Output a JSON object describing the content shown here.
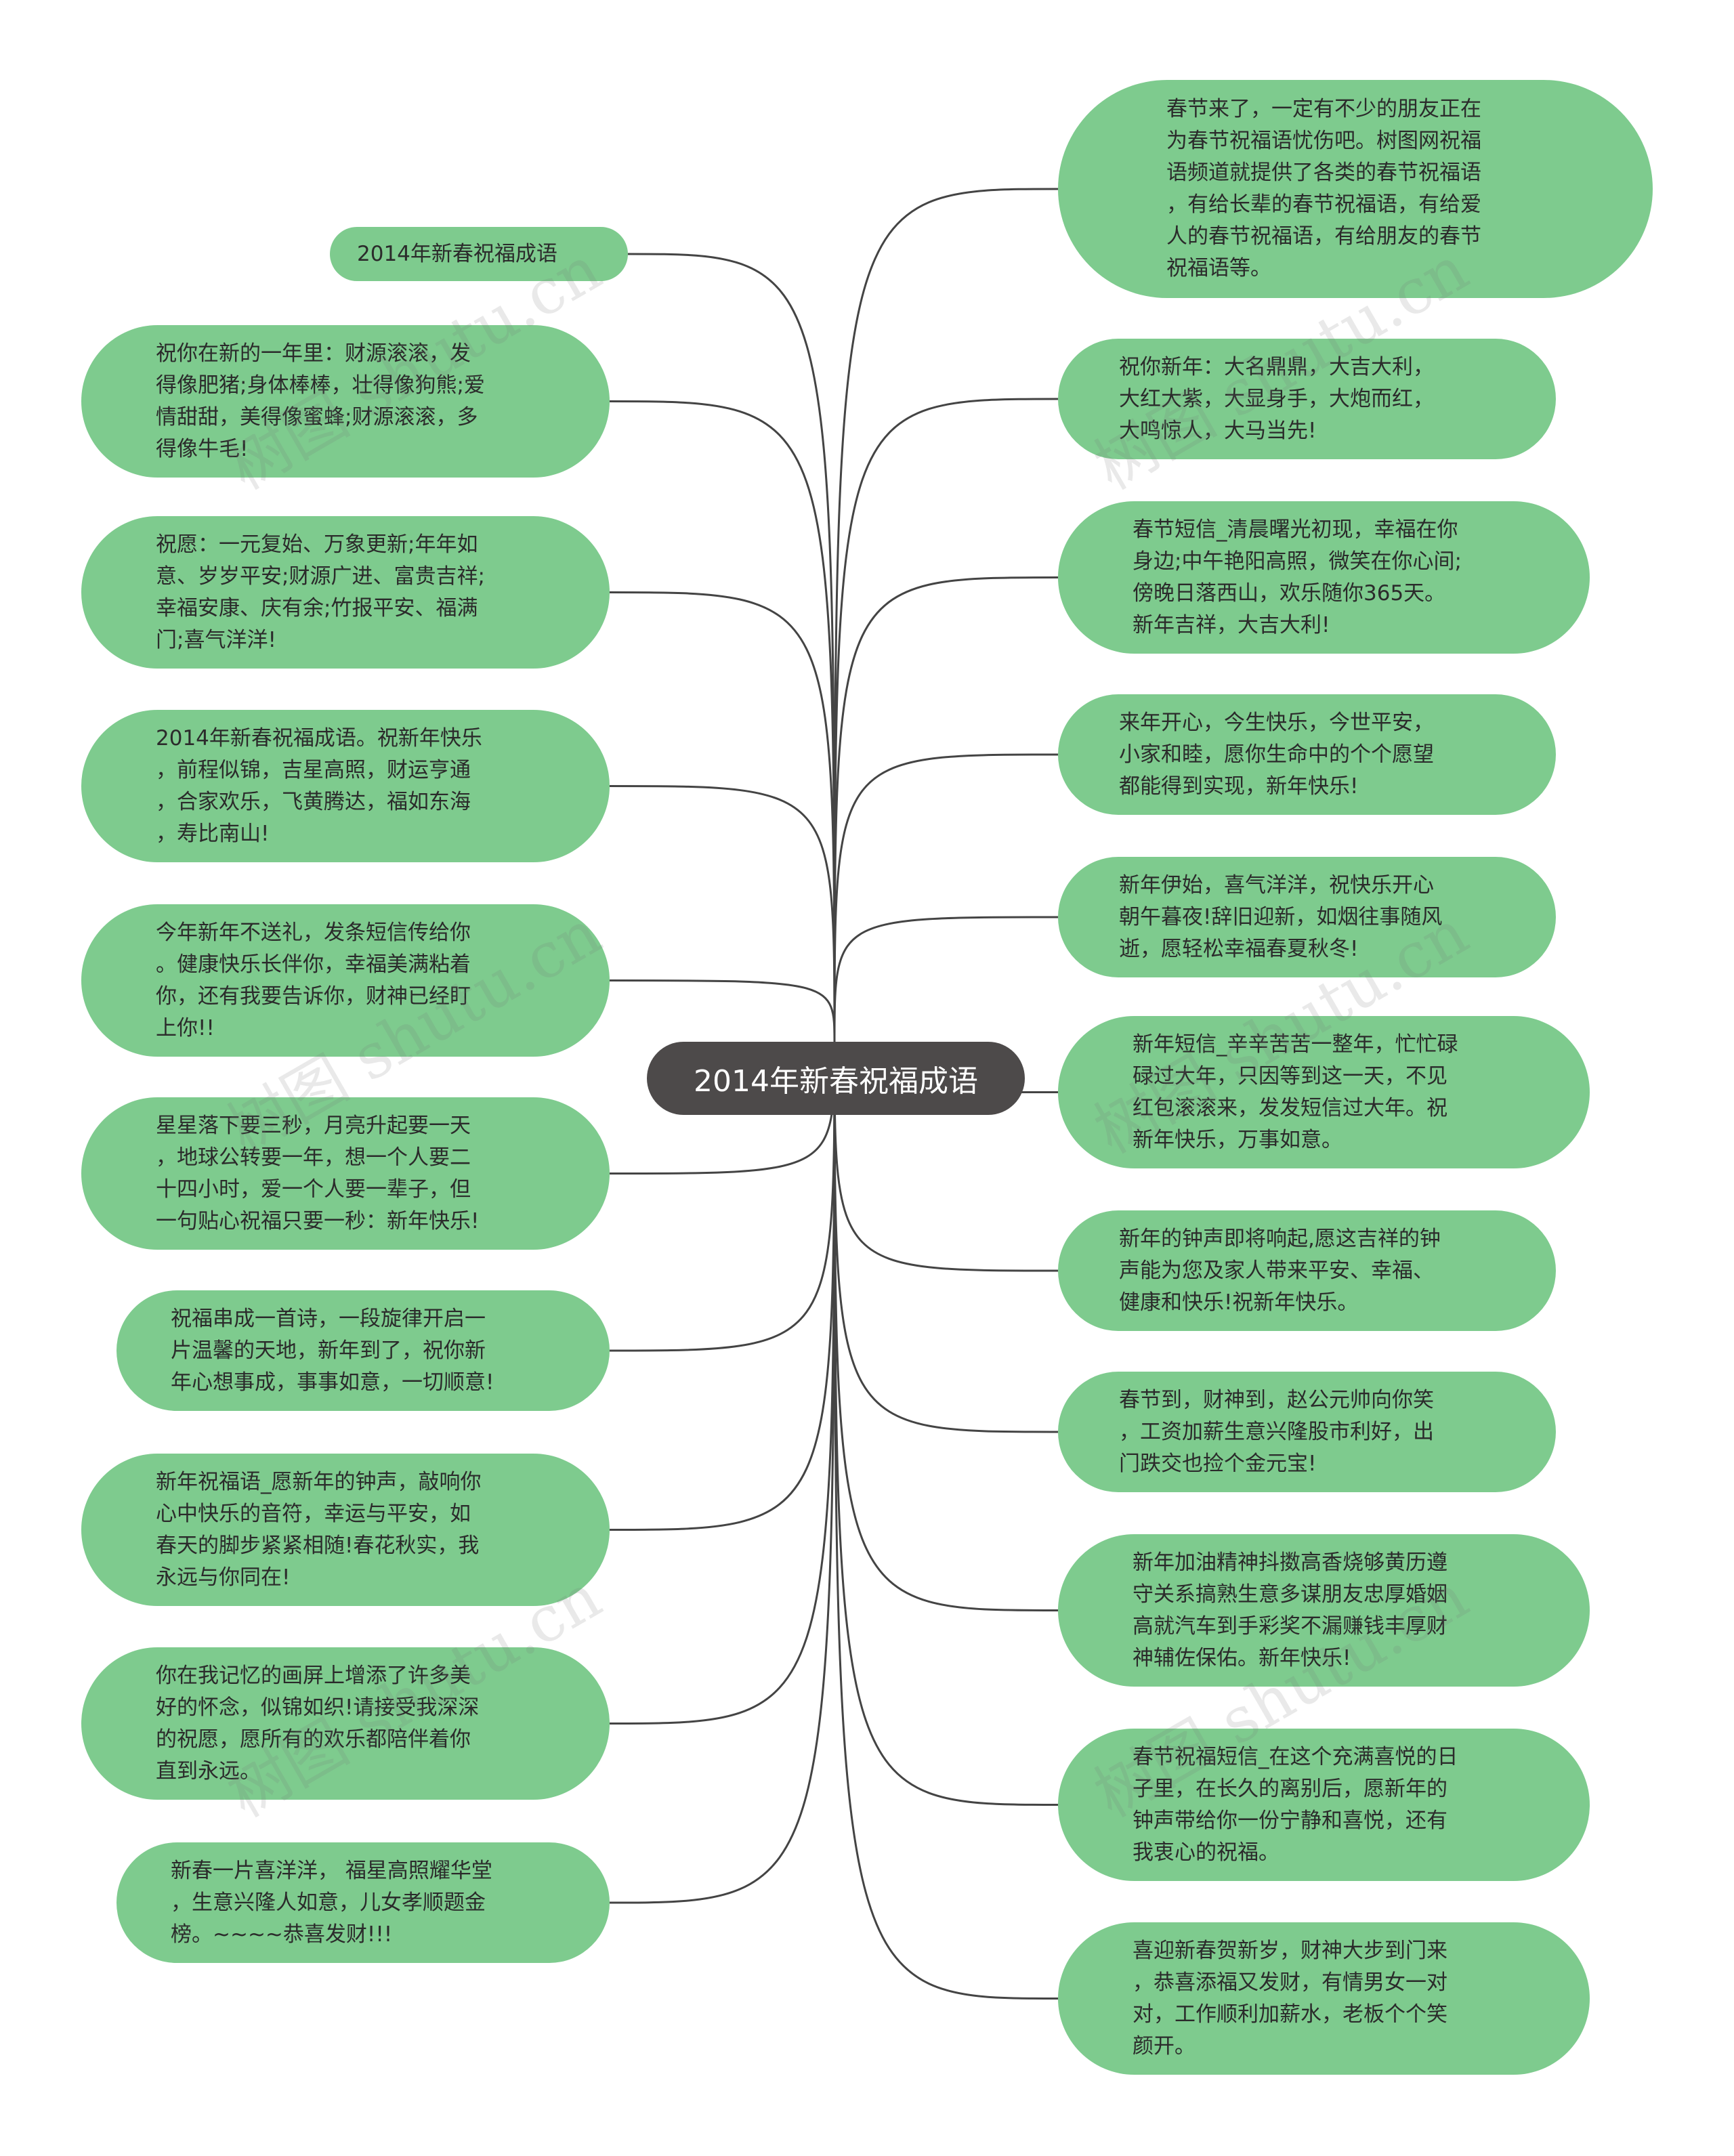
{
  "colors": {
    "node_fill": "#7ecb8e",
    "center_fill": "#4d4a4a",
    "center_text": "#ffffff",
    "link_stroke": "#444444",
    "node_text": "#2b2b2b"
  },
  "center": {
    "label": "2014年新春祝福成语"
  },
  "watermark": "树图 shutu.cn",
  "left_nodes": [
    {
      "text": "2014年新春祝福成语"
    },
    {
      "text": "祝你在新的一年里：财源滚滚，发\n得像肥猪;身体棒棒，壮得像狗熊;爱\n情甜甜，美得像蜜蜂;财源滚滚，多\n得像牛毛!"
    },
    {
      "text": "祝愿：一元复始、万象更新;年年如\n意、岁岁平安;财源广进、富贵吉祥;\n幸福安康、庆有余;竹报平安、福满\n门;喜气洋洋!"
    },
    {
      "text": "2014年新春祝福成语。祝新年快乐\n，前程似锦，吉星高照，财运亨通\n，合家欢乐，飞黄腾达，福如东海\n，寿比南山!"
    },
    {
      "text": "今年新年不送礼，发条短信传给你\n。健康快乐长伴你，幸福美满粘着\n你，还有我要告诉你，财神已经盯\n上你!!"
    },
    {
      "text": "星星落下要三秒，月亮升起要一天\n，地球公转要一年，想一个人要二\n十四小时，爱一个人要一辈子，但\n一句贴心祝福只要一秒：新年快乐!"
    },
    {
      "text": "祝福串成一首诗，一段旋律开启一\n片温馨的天地，新年到了，祝你新\n年心想事成，事事如意，一切顺意!"
    },
    {
      "text": "新年祝福语_愿新年的钟声，敲响你\n心中快乐的音符，幸运与平安，如\n春天的脚步紧紧相随!春花秋实，我\n永远与你同在!"
    },
    {
      "text": "你在我记忆的画屏上增添了许多美\n好的怀念，似锦如织!请接受我深深\n的祝愿，愿所有的欢乐都陪伴着你\n直到永远。"
    },
    {
      "text": "新春一片喜洋洋， 福星高照耀华堂\n，生意兴隆人如意，儿女孝顺题金\n榜。~~~~恭喜发财!!!"
    }
  ],
  "right_nodes": [
    {
      "text": "春节来了，一定有不少的朋友正在\n为春节祝福语忧伤吧。树图网祝福\n语频道就提供了各类的春节祝福语\n，有给长辈的春节祝福语，有给爱\n人的春节祝福语，有给朋友的春节\n祝福语等。"
    },
    {
      "text": "祝你新年：大名鼎鼎，大吉大利，\n大红大紫，大显身手，大炮而红，\n大鸣惊人，大马当先!"
    },
    {
      "text": "春节短信_清晨曙光初现，幸福在你\n身边;中午艳阳高照，微笑在你心间;\n傍晚日落西山，欢乐随你365天。\n新年吉祥，大吉大利!"
    },
    {
      "text": "来年开心，今生快乐，今世平安，\n小家和睦，愿你生命中的个个愿望\n都能得到实现，新年快乐!"
    },
    {
      "text": "新年伊始，喜气洋洋，祝快乐开心\n朝午暮夜!辞旧迎新，如烟往事随风\n逝，愿轻松幸福春夏秋冬!"
    },
    {
      "text": "新年短信_辛辛苦苦一整年，忙忙碌\n碌过大年，只因等到这一天，不见\n红包滚滚来，发发短信过大年。祝\n新年快乐，万事如意。"
    },
    {
      "text": "新年的钟声即将响起,愿这吉祥的钟\n声能为您及家人带来平安、幸福、\n健康和快乐!祝新年快乐。"
    },
    {
      "text": "春节到，财神到，赵公元帅向你笑\n，工资加薪生意兴隆股市利好，出\n门跌交也捡个金元宝!"
    },
    {
      "text": "新年加油精神抖擞高香烧够黄历遵\n守关系搞熟生意多谋朋友忠厚婚姻\n高就汽车到手彩奖不漏赚钱丰厚财\n神辅佐保佑。新年快乐!"
    },
    {
      "text": "春节祝福短信_在这个充满喜悦的日\n子里，在长久的离别后，愿新年的\n钟声带给你一份宁静和喜悦，还有\n我衷心的祝福。"
    },
    {
      "text": "喜迎新春贺新岁，财神大步到门来\n，恭喜添福又发财，有情男女一对\n对，工作顺利加薪水，老板个个笑\n颜开。"
    }
  ]
}
